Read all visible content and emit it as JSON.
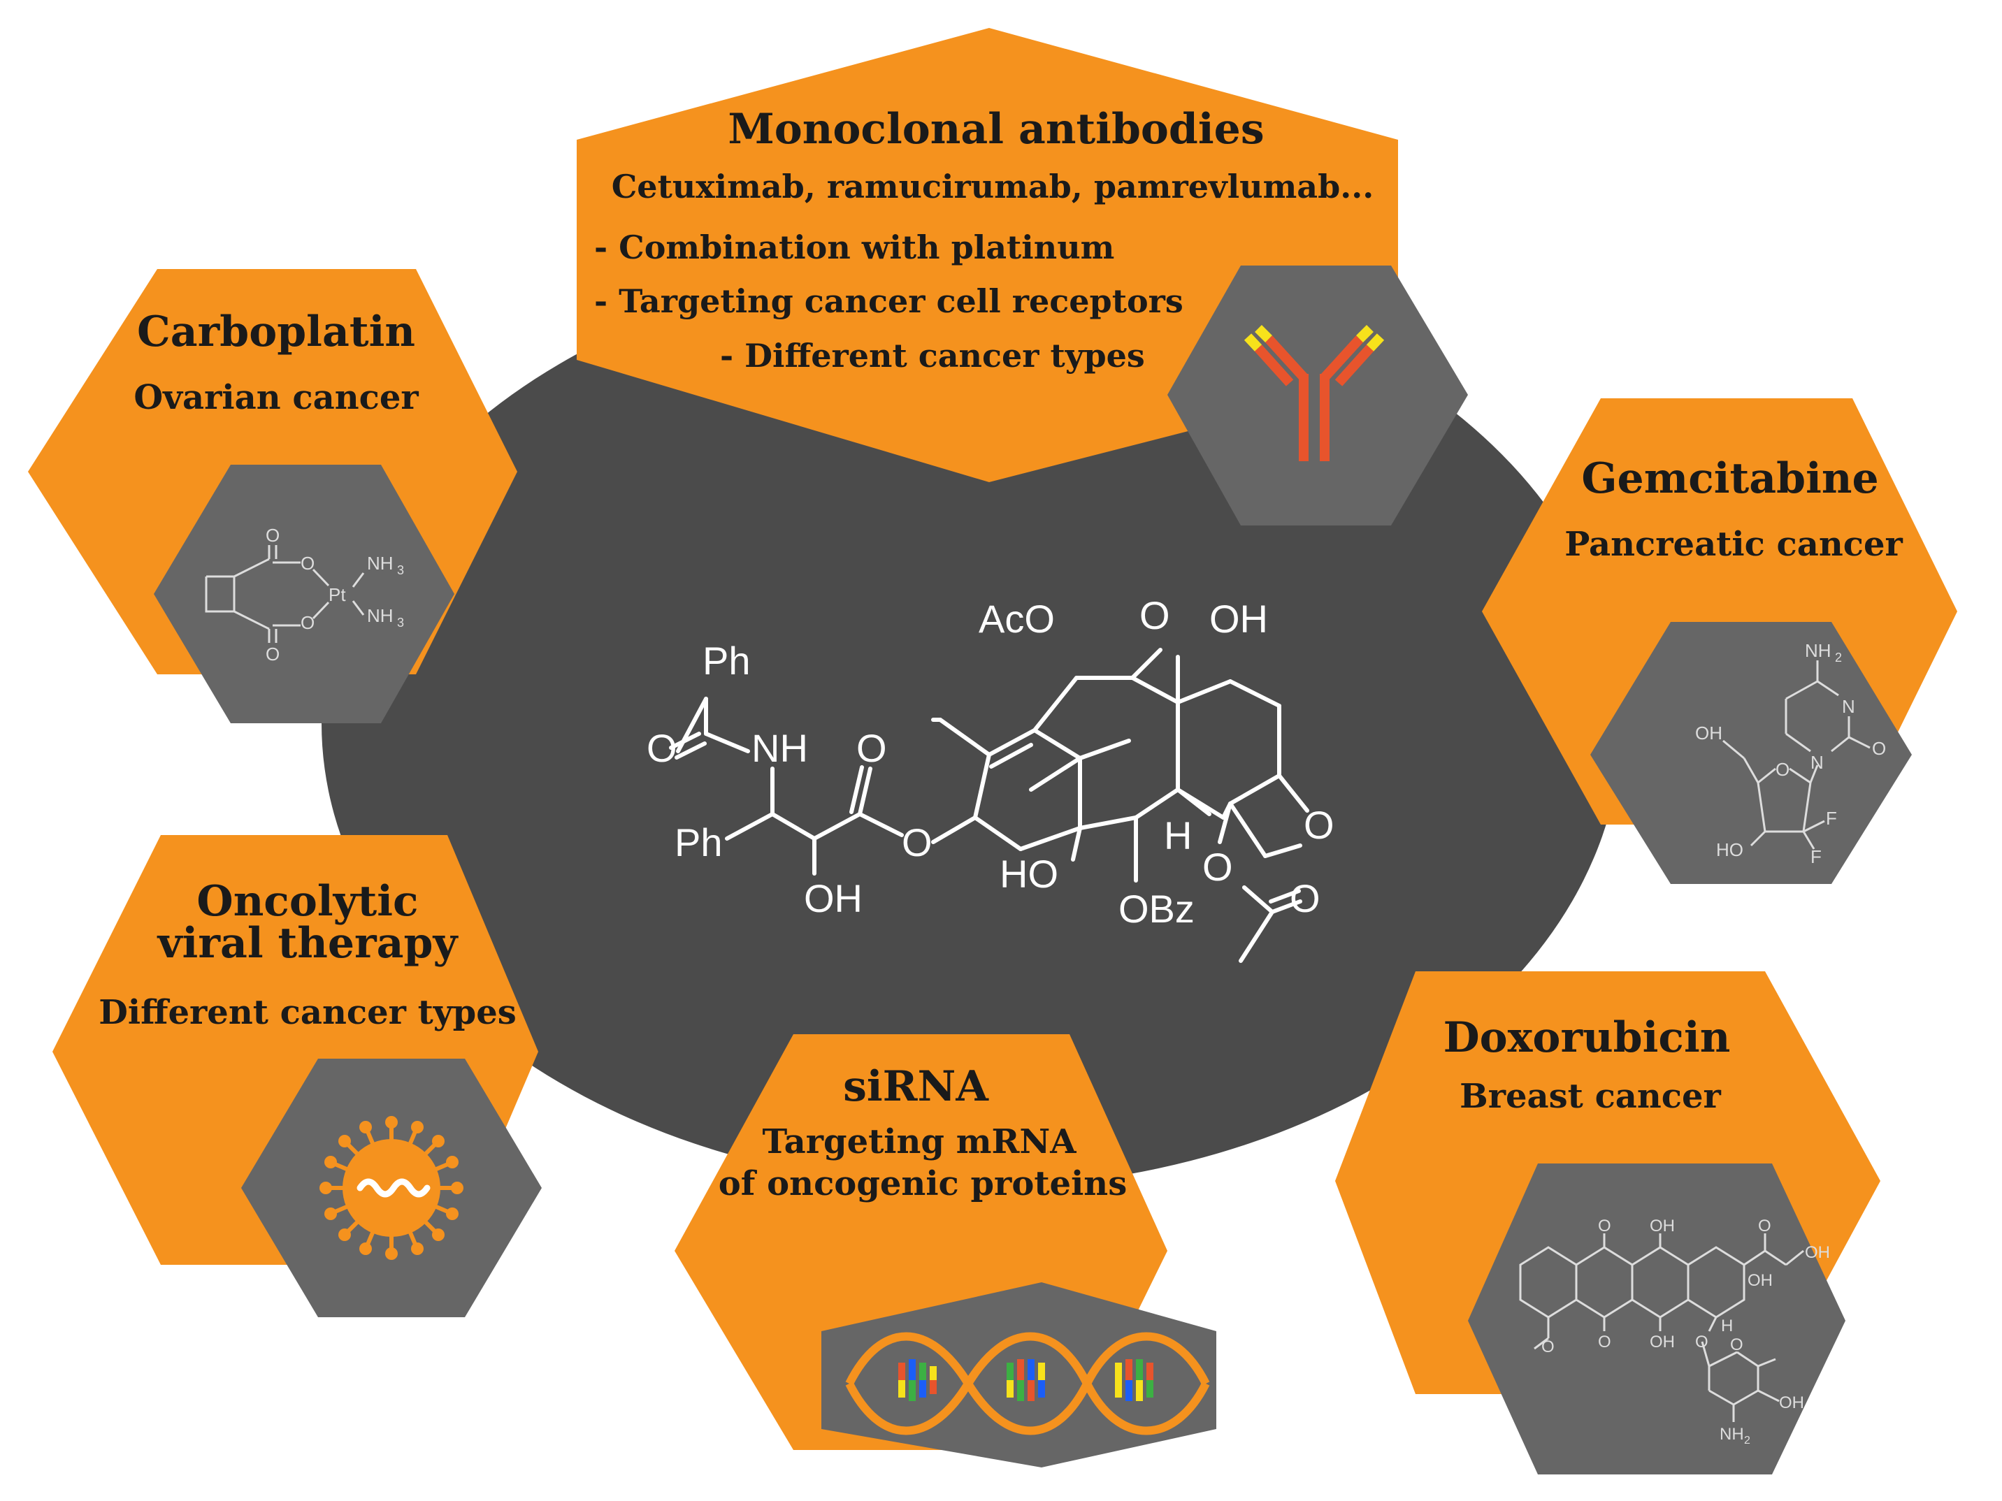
{
  "colors": {
    "background": "#ffffff",
    "center_ellipse": "#4b4b4b",
    "orange": "#f5921e",
    "gray_hex": "#666666",
    "line_white": "#ffffff",
    "antibody_red": "#e8542c",
    "antibody_tip": "#f7e21b",
    "text_dark": "#1a1a1a"
  },
  "center": {
    "molecule": {
      "name": "paclitaxel-structure",
      "labels": {
        "aco": "AcO",
        "ketone_o": "O",
        "oh_top": "OH",
        "ph_top": "Ph",
        "nh": "NH",
        "amide_o": "O",
        "ester_o": "O",
        "ph_side": "Ph",
        "ester_link_o": "O",
        "oh_side": "OH",
        "ho_ring": "HO",
        "h_ring": "H",
        "obz": "OBz",
        "oxetane_o": "O",
        "acetate_link_o": "O",
        "acetate_o": "O"
      }
    }
  },
  "panels": {
    "monoclonal": {
      "title": "Monoclonal antibodies",
      "subtitle": "Cetuximab, ramucirumab, pamrevlumab...",
      "bullets": [
        "- Combination with platinum",
        "- Targeting cancer cell receptors",
        "- Different cancer types"
      ],
      "icon": "antibody-icon"
    },
    "carboplatin": {
      "title": "Carboplatin",
      "subtitle": "Ovarian cancer",
      "structure": {
        "o1": "O",
        "o2": "O",
        "o3": "O",
        "o4": "O",
        "pt": "Pt",
        "nh3_1": "NH",
        "nh3_2": "NH",
        "sub3": "3"
      }
    },
    "gemcitabine": {
      "title": "Gemcitabine",
      "subtitle": "Pancreatic cancer",
      "structure": {
        "nh2": "NH",
        "sub2": "2",
        "n1": "N",
        "n2": "N",
        "o_carbonyl": "O",
        "o_ring": "O",
        "oh": "OH",
        "ho": "HO",
        "f1": "F",
        "f2": "F"
      }
    },
    "oncolytic": {
      "title_line1": "Oncolytic",
      "title_line2": "viral therapy",
      "subtitle": "Different cancer types",
      "icon": "virus-icon"
    },
    "sirna": {
      "title": "siRNA",
      "subtitle_line1": "Targeting mRNA",
      "subtitle_line2": "of oncogenic proteins",
      "icon": "dna-helix-icon"
    },
    "doxorubicin": {
      "title": "Doxorubicin",
      "subtitle": "Breast cancer",
      "structure": {
        "o_top1": "O",
        "oh_top": "OH",
        "o_top2": "O",
        "oh_chain": "OH",
        "oh_ring": "OH",
        "o_methoxy": "O",
        "o_bottom": "O",
        "oh_bottom": "OH",
        "h": "H",
        "o_link": "O",
        "o_sugar": "O",
        "oh_sugar": "OH",
        "nh2": "NH",
        "sub2": "2"
      }
    }
  }
}
